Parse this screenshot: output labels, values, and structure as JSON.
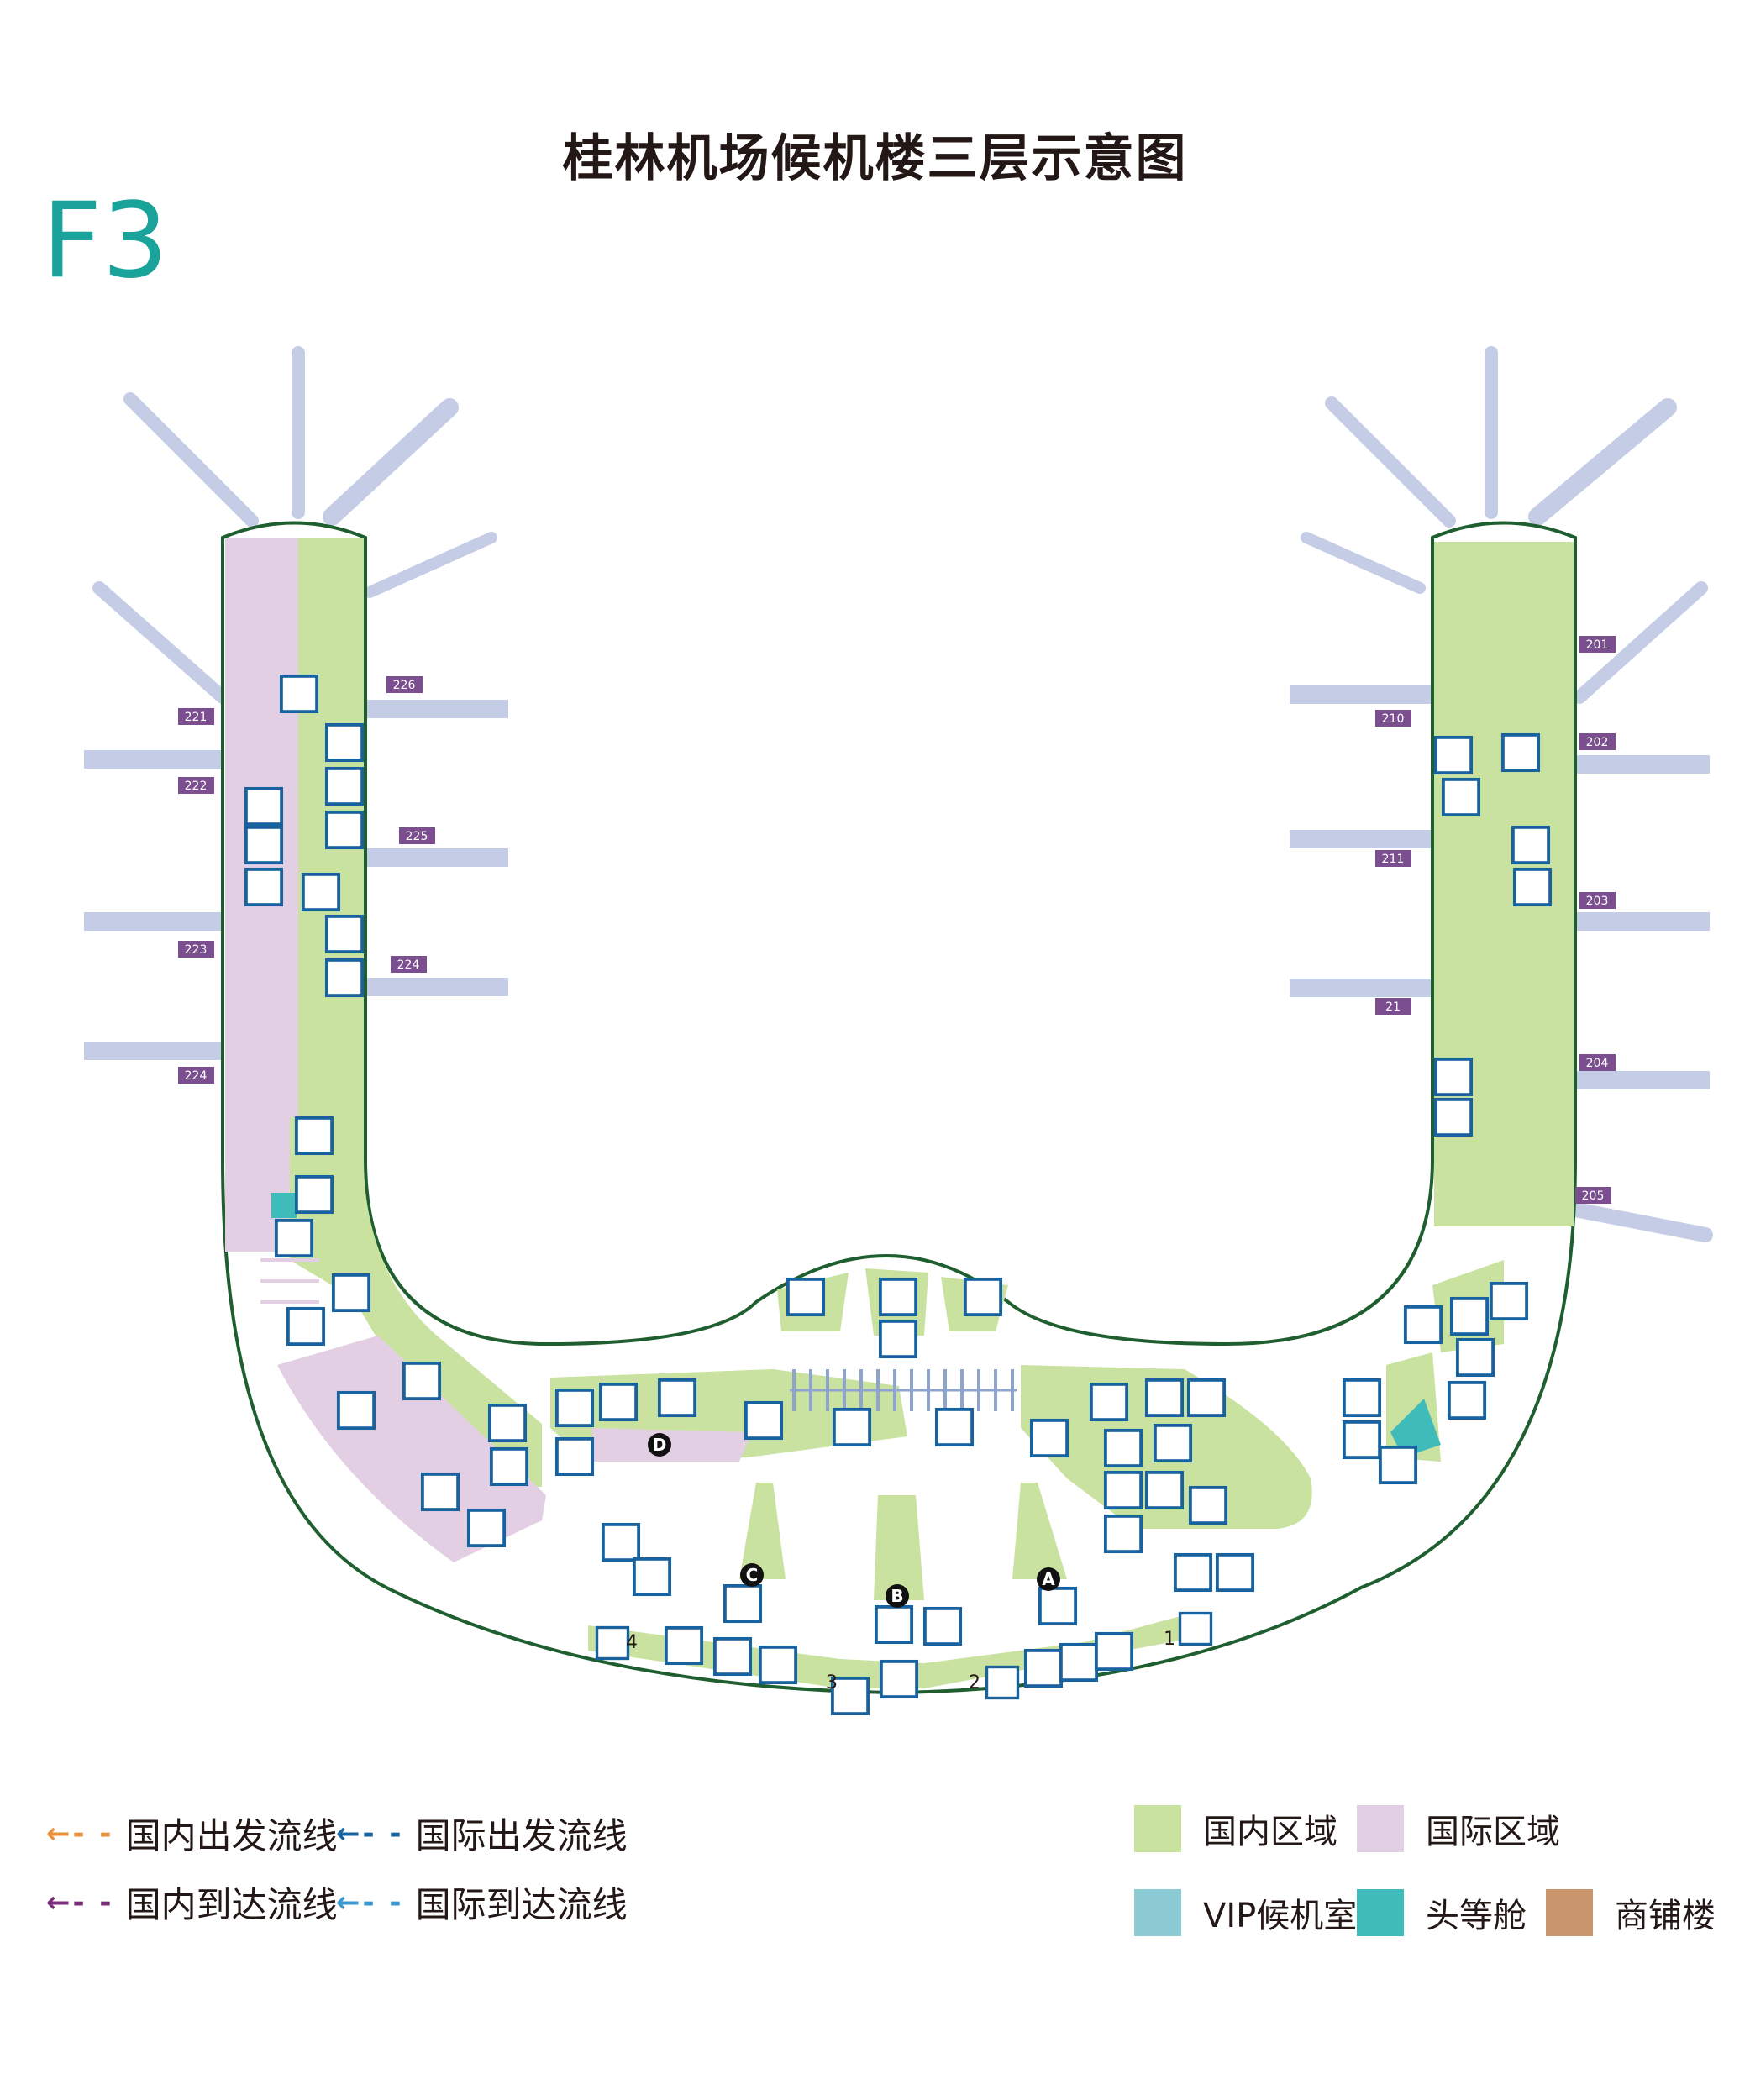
{
  "title": "桂林机场候机楼三层示意图",
  "floor": "F3",
  "colors": {
    "domestic": "#c9e2a0",
    "international": "#e2cfe3",
    "bridge": "#c5cce5",
    "outline": "#1f5f2f",
    "icon": "#17629f",
    "gate_tag": "#7a4e8f",
    "vip": "#8ccad4",
    "first_class": "#3fbcb9",
    "shop": "#c8956c"
  },
  "gates": [
    "221",
    "222",
    "223",
    "224",
    "226",
    "225",
    "224",
    "210",
    "211",
    "21",
    "201",
    "202",
    "203",
    "204",
    "205"
  ],
  "entrances": [
    "1",
    "2",
    "3",
    "4"
  ],
  "checkpoints": [
    "A",
    "B",
    "C",
    "D"
  ],
  "icons": [
    "escalator-icon",
    "elevator-icon",
    "stairs-icon",
    "restroom-icon",
    "water-icon",
    "smoking-icon",
    "medical-icon",
    "info-icon",
    "nursing-icon",
    "baggage-icon",
    "security-check-icon",
    "police-icon",
    "exit-icon",
    "shop-icon",
    "luggage-cart-icon",
    "gate-flag-icon"
  ],
  "legend": {
    "lines": [
      {
        "label": "国内出发流线",
        "color": "#e8913a"
      },
      {
        "label": "国际出发流线",
        "color": "#17629f"
      },
      {
        "label": "国内到达流线",
        "color": "#7a2e7b"
      },
      {
        "label": "国际到达流线",
        "color": "#3a9ad0"
      }
    ],
    "areas": [
      {
        "label": "国内区域",
        "color": "#c9e2a0"
      },
      {
        "label": "国际区域",
        "color": "#e2cfe3"
      },
      {
        "label": "VIP候机室",
        "color": "#8ccad4"
      },
      {
        "label": "头等舱",
        "color": "#3fbcb9"
      },
      {
        "label": "商铺楼",
        "color": "#c8956c"
      }
    ]
  }
}
